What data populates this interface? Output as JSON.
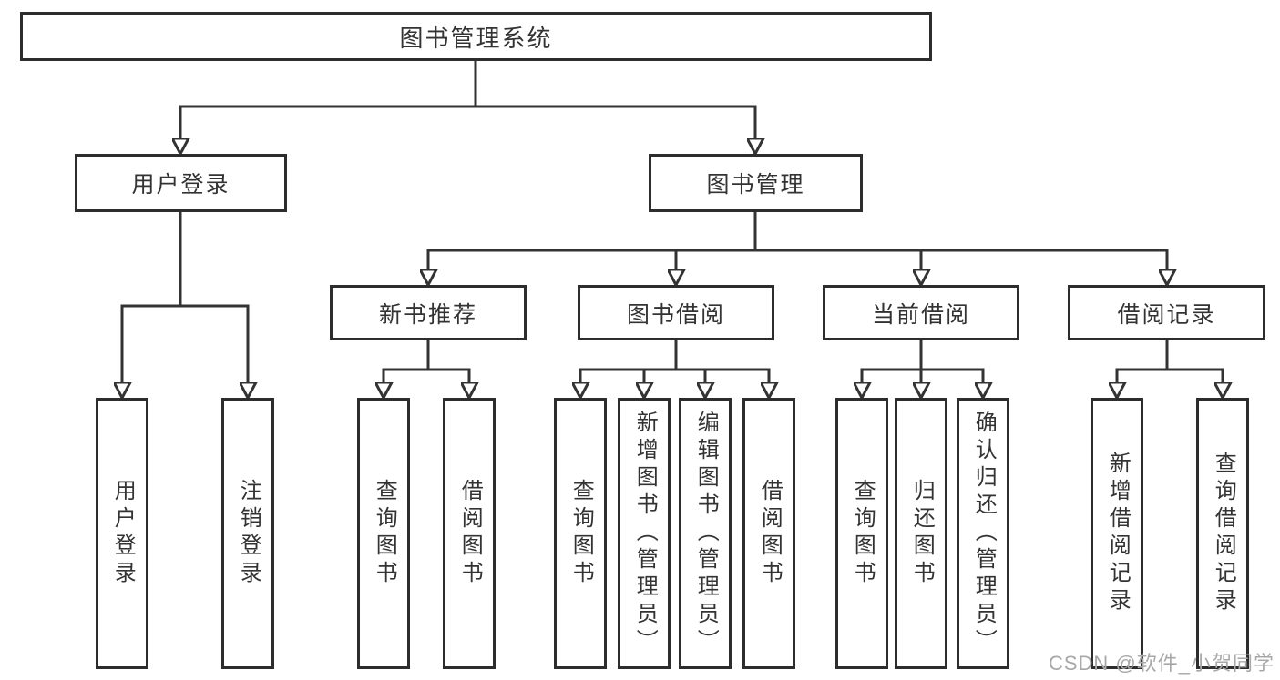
{
  "diagram_type": "hierarchy-tree",
  "colors": {
    "line": "#333333",
    "box_border": "#2d2d2d",
    "box_fill": "#ffffff",
    "text": "#333333",
    "watermark": "#a8a8a8",
    "background": "#ffffff"
  },
  "tree": {
    "label": "图书管理系统",
    "children": [
      {
        "label": "用户登录",
        "children": [
          {
            "label": "用户登录"
          },
          {
            "label": "注销登录"
          }
        ]
      },
      {
        "label": "图书管理",
        "children": [
          {
            "label": "新书推荐",
            "children": [
              {
                "label": "查询图书"
              },
              {
                "label": "借阅图书"
              }
            ]
          },
          {
            "label": "图书借阅",
            "children": [
              {
                "label": "查询图书"
              },
              {
                "label": "新增图书（管理员）"
              },
              {
                "label": "编辑图书（管理员）"
              },
              {
                "label": "借阅图书"
              }
            ]
          },
          {
            "label": "当前借阅",
            "children": [
              {
                "label": "查询图书"
              },
              {
                "label": "归还图书"
              },
              {
                "label": "确认归还（管理员）"
              }
            ]
          },
          {
            "label": "借阅记录",
            "children": [
              {
                "label": "新增借阅记录"
              },
              {
                "label": "查询借阅记录"
              }
            ]
          }
        ]
      }
    ]
  },
  "edges": [
    [
      "图书管理系统",
      "用户登录"
    ],
    [
      "图书管理系统",
      "图书管理"
    ],
    [
      "用户登录",
      "用户登录"
    ],
    [
      "用户登录",
      "注销登录"
    ],
    [
      "图书管理",
      "新书推荐"
    ],
    [
      "图书管理",
      "图书借阅"
    ],
    [
      "图书管理",
      "当前借阅"
    ],
    [
      "图书管理",
      "借阅记录"
    ],
    [
      "新书推荐",
      "查询图书"
    ],
    [
      "新书推荐",
      "借阅图书"
    ],
    [
      "图书借阅",
      "查询图书"
    ],
    [
      "图书借阅",
      "新增图书（管理员）"
    ],
    [
      "图书借阅",
      "编辑图书（管理员）"
    ],
    [
      "图书借阅",
      "借阅图书"
    ],
    [
      "当前借阅",
      "查询图书"
    ],
    [
      "当前借阅",
      "归还图书"
    ],
    [
      "当前借阅",
      "确认归还（管理员）"
    ],
    [
      "借阅记录",
      "新增借阅记录"
    ],
    [
      "借阅记录",
      "查询借阅记录"
    ]
  ],
  "watermark": {
    "text": "CSDN @软件_小贺同学"
  }
}
